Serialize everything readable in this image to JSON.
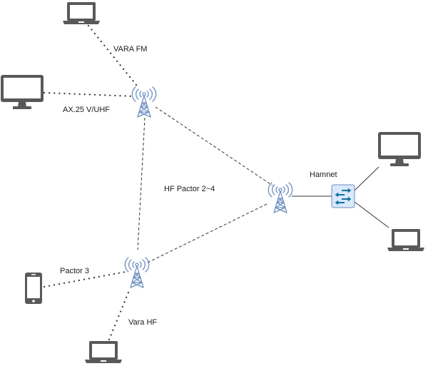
{
  "diagram": {
    "title": "Network topology",
    "colors": {
      "device": "#595959",
      "tower": "#6c8ebf",
      "switch_fill": "#dae8fc",
      "switch_stroke": "#6c8ebf",
      "switch_arrows": "#10739e",
      "link": "#333333"
    },
    "nodes": [
      {
        "id": "laptop-top",
        "type": "laptop",
        "icon": "laptop-icon"
      },
      {
        "id": "desktop-left",
        "type": "desktop",
        "icon": "desktop-icon"
      },
      {
        "id": "tower-1",
        "type": "tower",
        "icon": "radio-tower-icon"
      },
      {
        "id": "tower-2",
        "type": "tower",
        "icon": "radio-tower-icon"
      },
      {
        "id": "tower-3",
        "type": "tower",
        "icon": "radio-tower-icon"
      },
      {
        "id": "switch",
        "type": "switch",
        "icon": "network-switch-icon"
      },
      {
        "id": "desktop-right",
        "type": "desktop",
        "icon": "desktop-icon"
      },
      {
        "id": "laptop-right",
        "type": "laptop",
        "icon": "laptop-icon"
      },
      {
        "id": "phone",
        "type": "phone",
        "icon": "smartphone-icon"
      },
      {
        "id": "laptop-bottom",
        "type": "laptop",
        "icon": "laptop-icon"
      }
    ],
    "labels": {
      "vara_fm": "VARA FM",
      "ax25": "AX.25 V/UHF",
      "hf_pactor": "HF Pactor 2~4",
      "hamnet": "Hamnet",
      "pactor3": "Pactor 3",
      "vara_hf": "Vara HF"
    },
    "links": [
      {
        "from": "laptop-top",
        "to": "tower-1",
        "style": "dotted",
        "label": "VARA FM"
      },
      {
        "from": "desktop-left",
        "to": "tower-1",
        "style": "dotted",
        "label": "AX.25 V/UHF"
      },
      {
        "from": "tower-1",
        "to": "tower-2",
        "style": "dashed",
        "label": "HF Pactor 2~4"
      },
      {
        "from": "tower-1",
        "to": "tower-3",
        "style": "dashed",
        "label": "HF Pactor 2~4"
      },
      {
        "from": "tower-3",
        "to": "tower-2",
        "style": "dashed",
        "label": "HF Pactor 2~4"
      },
      {
        "from": "tower-2",
        "to": "switch",
        "style": "solid",
        "label": "Hamnet"
      },
      {
        "from": "switch",
        "to": "desktop-right",
        "style": "solid",
        "label": ""
      },
      {
        "from": "switch",
        "to": "laptop-right",
        "style": "solid",
        "label": ""
      },
      {
        "from": "phone",
        "to": "tower-3",
        "style": "dotted",
        "label": "Pactor 3"
      },
      {
        "from": "laptop-bottom",
        "to": "tower-3",
        "style": "dotted",
        "label": "Vara HF"
      }
    ]
  }
}
